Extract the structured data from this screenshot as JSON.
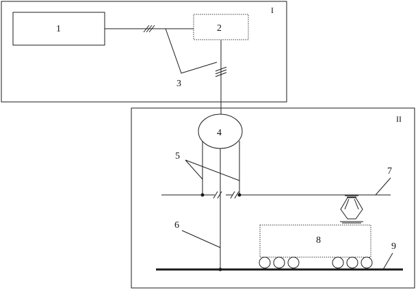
{
  "zones": {
    "upper_label": "I",
    "lower_label": "II"
  },
  "components": {
    "c1": "1",
    "c2": "2",
    "c3": "3",
    "c4": "4",
    "c5": "5",
    "c6": "6",
    "c7": "7",
    "c8": "8",
    "c9": "9"
  },
  "colors": {
    "line": "#1a1a1a",
    "background": "#ffffff"
  }
}
